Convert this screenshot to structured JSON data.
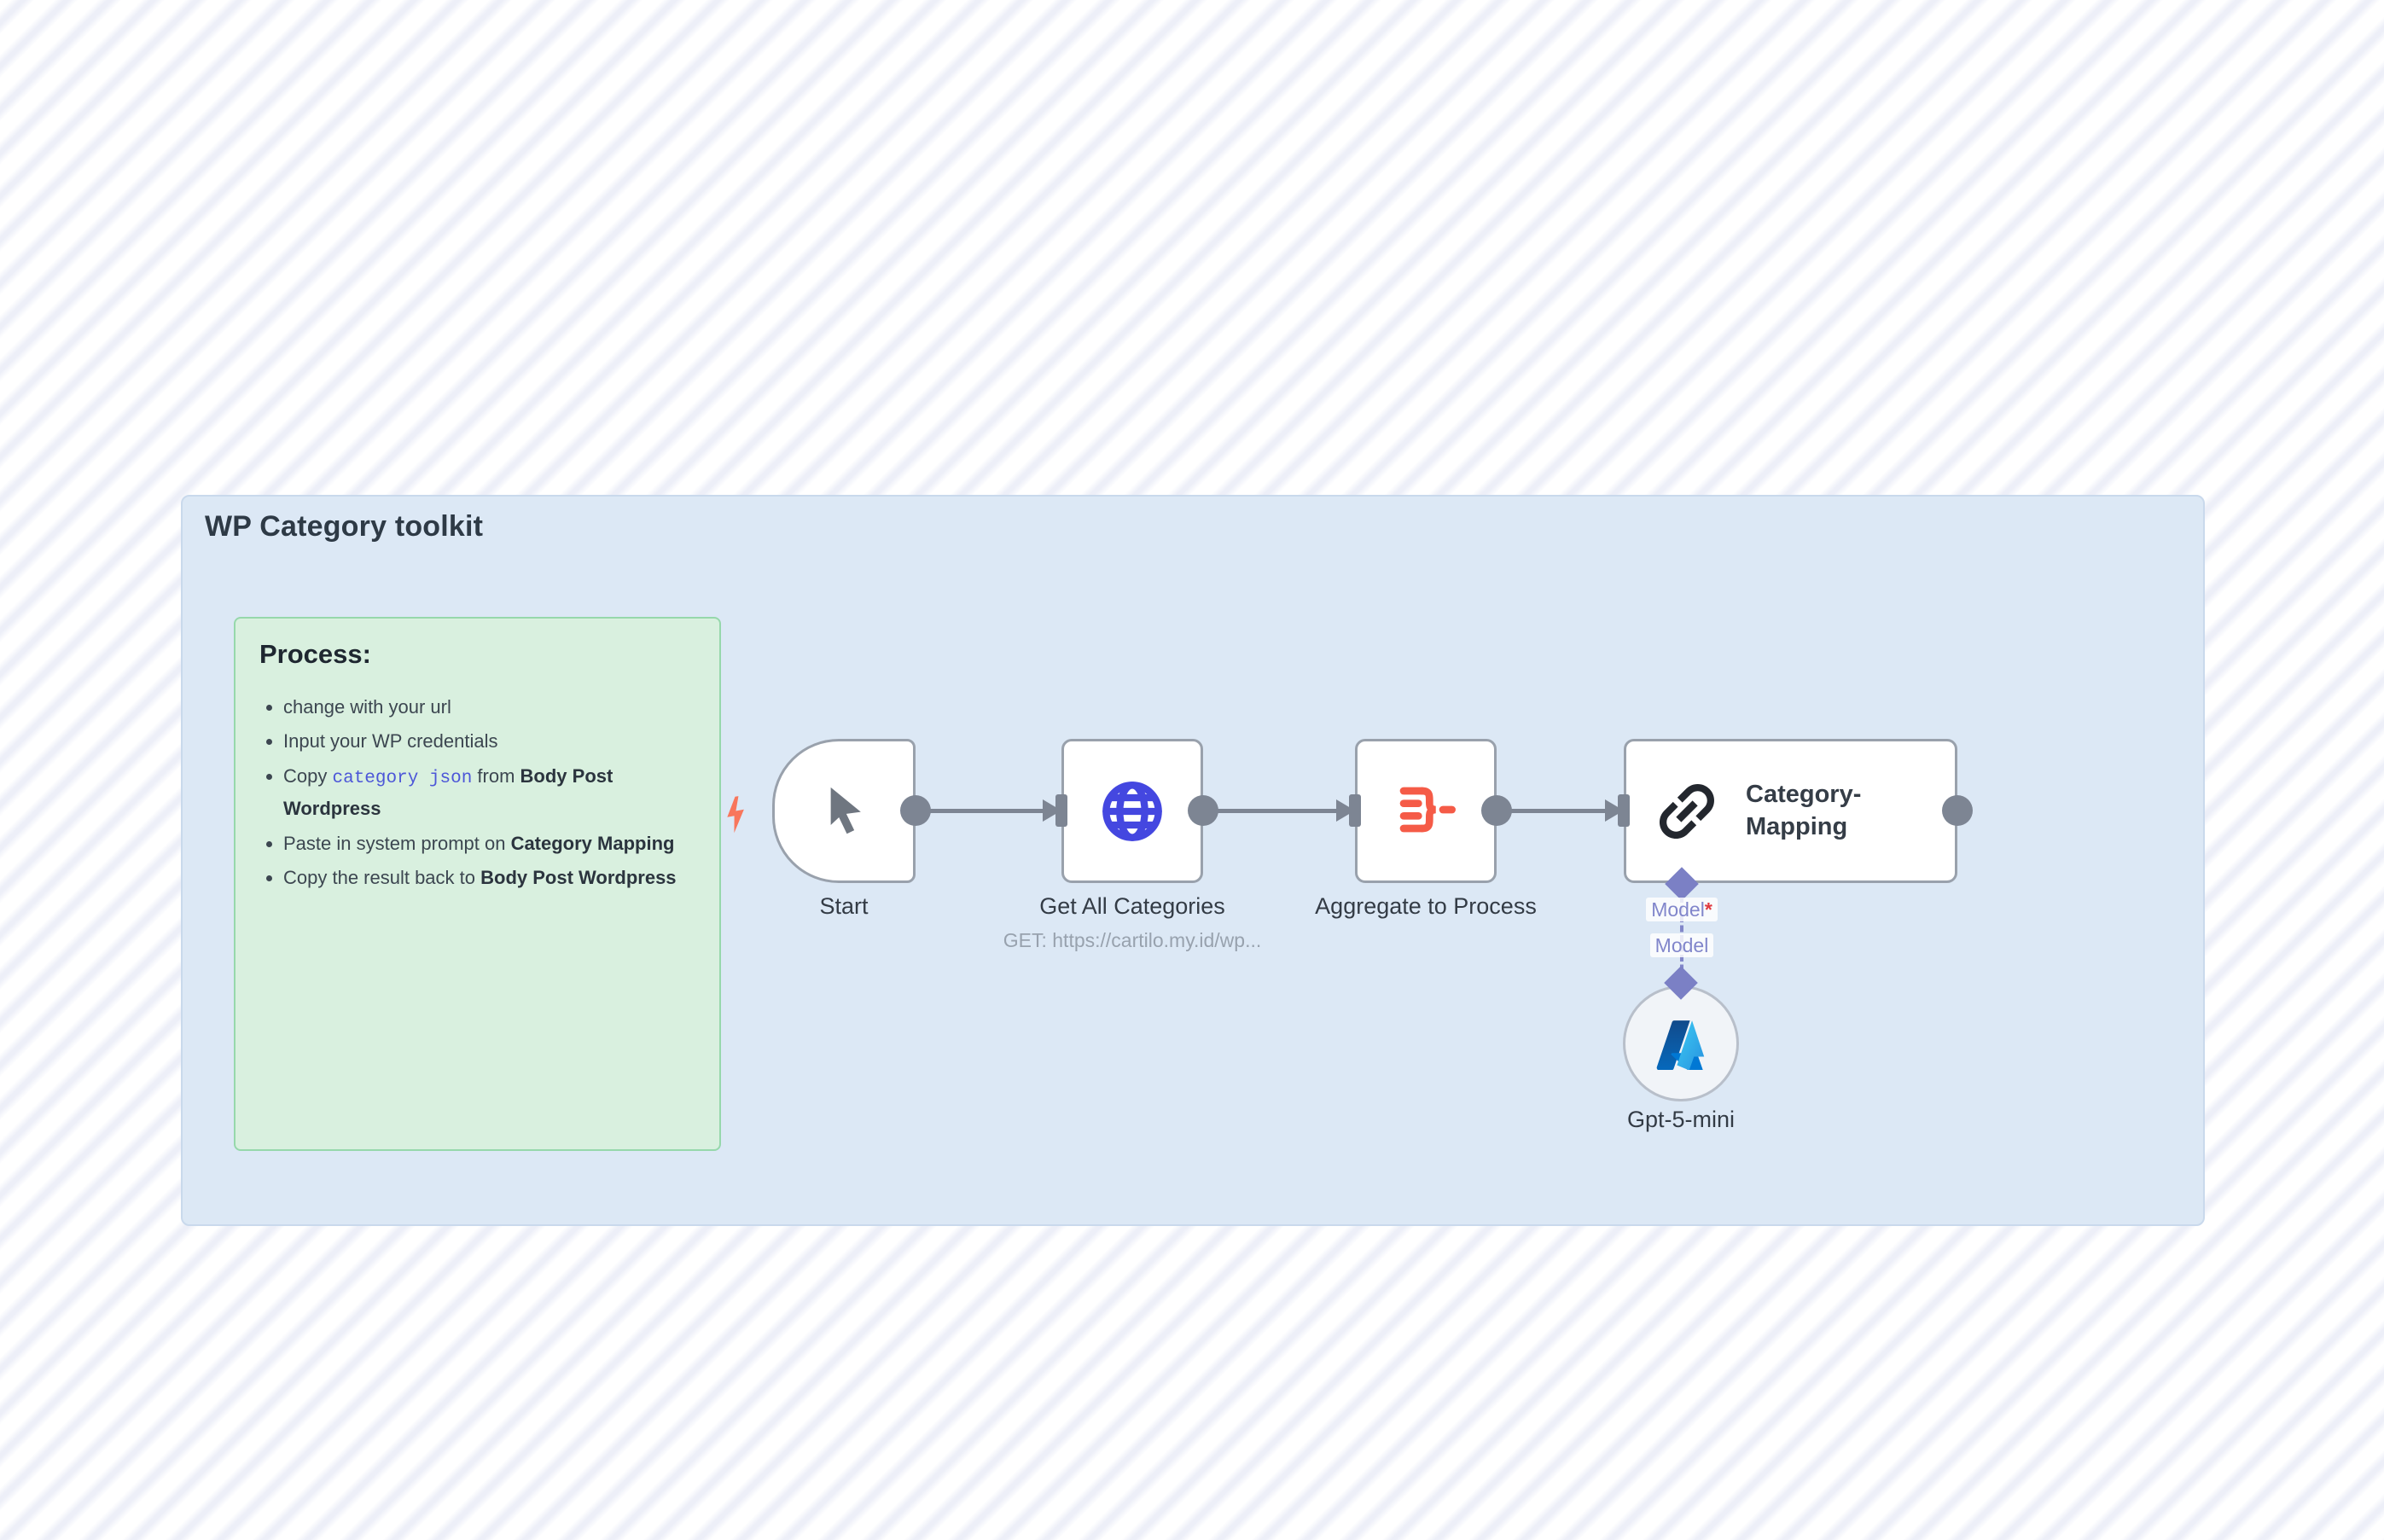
{
  "panel": {
    "title": "WP Category toolkit"
  },
  "note": {
    "heading": "Process:",
    "bullet1": "change with your url",
    "bullet2": "Input your WP credentials",
    "bullet3_pre": "Copy ",
    "bullet3_code": "category json",
    "bullet3_mid": " from ",
    "bullet3_bold": "Body Post Wordpress",
    "bullet4_pre": "Paste in system prompt on ",
    "bullet4_bold": "Category Mapping",
    "bullet5_pre": "Copy the result back to ",
    "bullet5_bold": "Body Post Wordpress"
  },
  "nodes": {
    "start": {
      "label": "Start"
    },
    "http": {
      "label": "Get All Categories",
      "sublabel": "GET: https://cartilo.my.id/wp..."
    },
    "aggregate": {
      "label": "Aggregate to Process"
    },
    "mapping": {
      "title": "Category-Mapping"
    },
    "model": {
      "label": "Gpt-5-mini"
    }
  },
  "connector": {
    "model_required": "Model",
    "required_mark": "*",
    "model": "Model"
  },
  "icons": {
    "bolt": "lightning-trigger",
    "cursor": "manual-trigger-cursor",
    "globe": "http-request-globe",
    "aggregate": "aggregate-merge-lines",
    "link": "chain-link",
    "azure": "azure-logo"
  },
  "colors": {
    "panel_bg": "#dce8f5",
    "note_bg": "#d9f0df",
    "note_border": "#96d8ab",
    "edge_gray": "#7d8593",
    "code_blue": "#4c56d8",
    "model_purple": "#8186cb",
    "required_red": "#e03a40",
    "bolt_coral": "#f8765c",
    "globe_blue": "#4447e0",
    "aggregate_red": "#f55b47",
    "node_border": "#99a1ac"
  }
}
